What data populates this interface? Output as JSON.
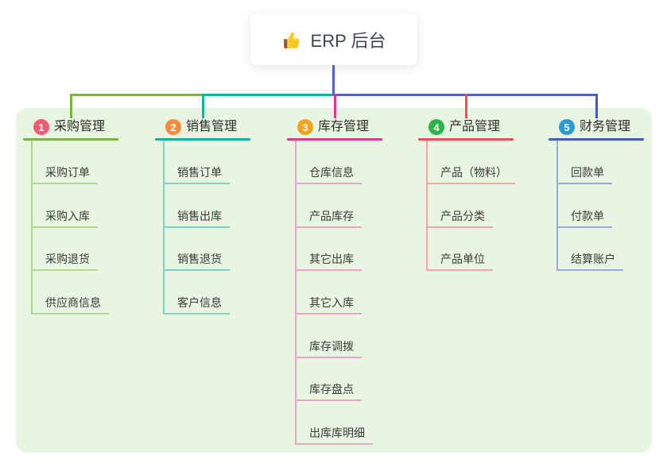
{
  "root": {
    "title": "ERP 后台",
    "icon": "thumbs-up-icon"
  },
  "branches": [
    {
      "number": "1",
      "title": "采购管理",
      "color": "#78b73c",
      "light_color": "#aed88d",
      "badge_color": "#f25b73",
      "items": [
        "采购订单",
        "采购入库",
        "采购退货",
        "供应商信息"
      ]
    },
    {
      "number": "2",
      "title": "销售管理",
      "color": "#0fb3a4",
      "light_color": "#7ed2c8",
      "badge_color": "#f78a3d",
      "items": [
        "销售订单",
        "销售出库",
        "销售退货",
        "客户信息"
      ]
    },
    {
      "number": "3",
      "title": "库存管理",
      "color": "#e5318f",
      "light_color": "#f29fc9",
      "badge_color": "#f7a21c",
      "items": [
        "仓库信息",
        "产品库存",
        "其它出库",
        "其它入库",
        "库存调拨",
        "库存盘点",
        "出库库明细"
      ]
    },
    {
      "number": "4",
      "title": "产品管理",
      "color": "#f34a55",
      "light_color": "#f8a3a8",
      "badge_color": "#2cb44b",
      "items": [
        "产品（物料）",
        "产品分类",
        "产品单位"
      ]
    },
    {
      "number": "5",
      "title": "财务管理",
      "color": "#3e5ace",
      "light_color": "#98a9e0",
      "badge_color": "#2a9bd7",
      "items": [
        "回款单",
        "付款单",
        "结算账户"
      ]
    }
  ],
  "colors": {
    "panel_background": "#e8f5e1",
    "trunk_blue": "#4c63d4"
  }
}
